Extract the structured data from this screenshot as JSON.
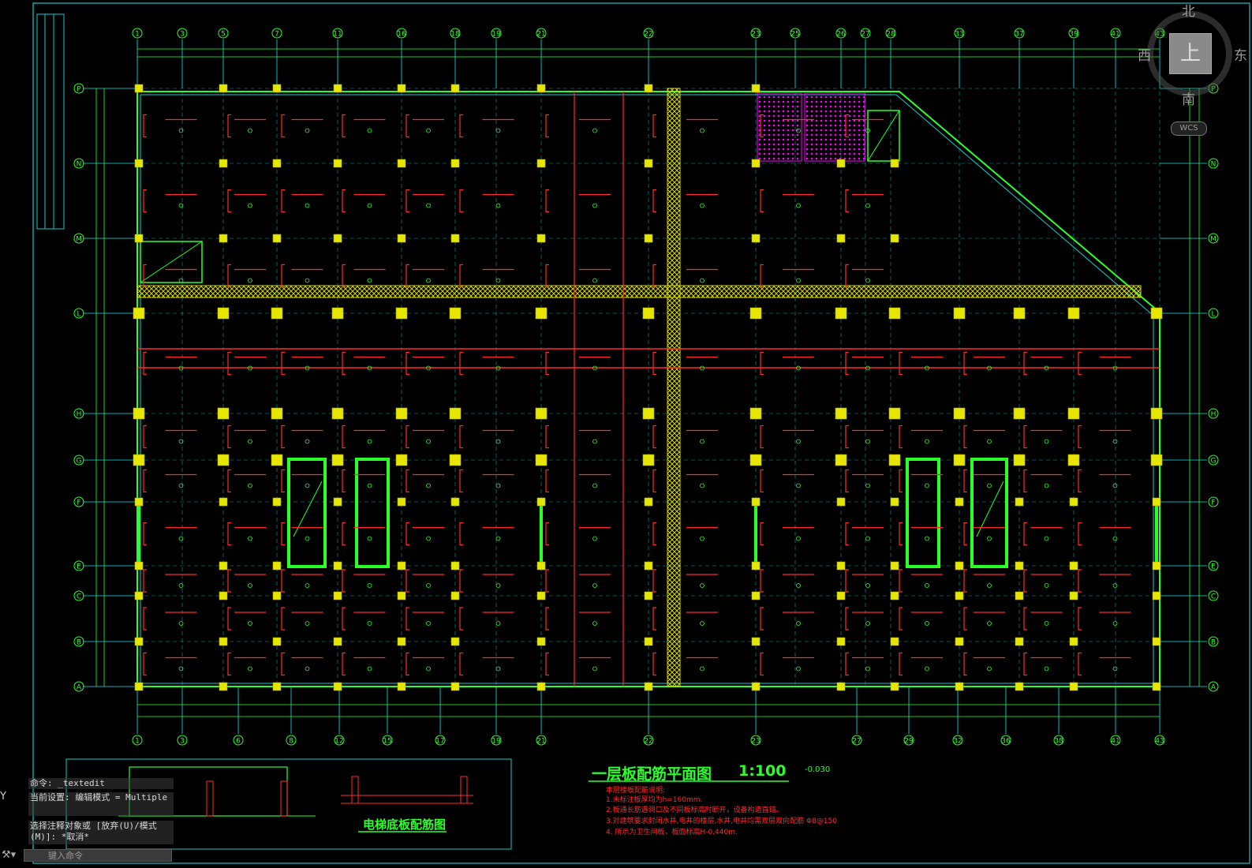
{
  "command_area": {
    "line1": "命令: _textedit",
    "line2": "当前设置: 编辑模式 = Multiple",
    "line3": "选择注释对象或 [放弃(U)/模式(M)]: *取消*",
    "input_placeholder": "键入命令",
    "y_axis": "Y"
  },
  "viewcube": {
    "north": "北",
    "south": "南",
    "west": "西",
    "east": "东",
    "face": "上",
    "wcs": "WCS"
  },
  "drawing": {
    "title": "一层板配筋平面图",
    "scale": "1:100",
    "elevation": "-0.030",
    "elevator_title": "电梯底板配筋图",
    "notes_title": "本层楼板配筋说明:",
    "notes": [
      "1.未标注板厚均为h=160mm.",
      "2.板通长筋遇洞口及不同板标高时断开，设备构造直锚。",
      "3.对建筑要求封闭水井,电井的楼层,水井,电井均需双层双向配筋",
      "4. 所示为卫生间板，板面标高H-0.440m."
    ],
    "note3_rebar": "Φ8@150",
    "top_axes": [
      "1",
      "3",
      "5",
      "7",
      "11",
      "16",
      "18",
      "19",
      "21",
      "22",
      "23",
      "25",
      "26",
      "27",
      "28",
      "33",
      "37",
      "39",
      "41",
      "43"
    ],
    "bottom_axes": [
      "1",
      "3",
      "6",
      "8",
      "12",
      "15",
      "17",
      "19",
      "21",
      "22",
      "23",
      "27",
      "29",
      "32",
      "36",
      "38",
      "41",
      "43"
    ],
    "row_axes": [
      "P",
      "N",
      "M",
      "L",
      "H",
      "G",
      "F",
      "E",
      "C",
      "B",
      "A"
    ],
    "left_row_labels": [
      "P",
      "N",
      "M",
      "L",
      "H",
      "G",
      "F",
      "E",
      "C",
      "B",
      "A"
    ],
    "colors": {
      "grid": "#17e6e6",
      "wall": "#2aff2a",
      "rebar": "#ff2a2a",
      "column": "#e6e600",
      "hatch": "#ff00ff"
    }
  }
}
